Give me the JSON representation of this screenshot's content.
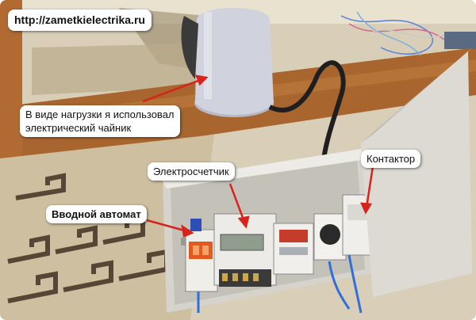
{
  "watermark": {
    "url": "http://zametkielectrika.ru"
  },
  "labels": {
    "kettle_line1": "В виде нагрузки я использовал",
    "kettle_line2": "электрический чайник",
    "meter": "Электросчетчик",
    "contactor": "Контактор",
    "breaker": "Вводной автомат"
  },
  "colors": {
    "arrow": "#d8231c",
    "kettle": "#c9cbd8",
    "floor": "#d8ceb8",
    "rug_border": "#4a3a2a",
    "enclosure": "#e6e4de",
    "breaker_body": "#e35a1f"
  }
}
